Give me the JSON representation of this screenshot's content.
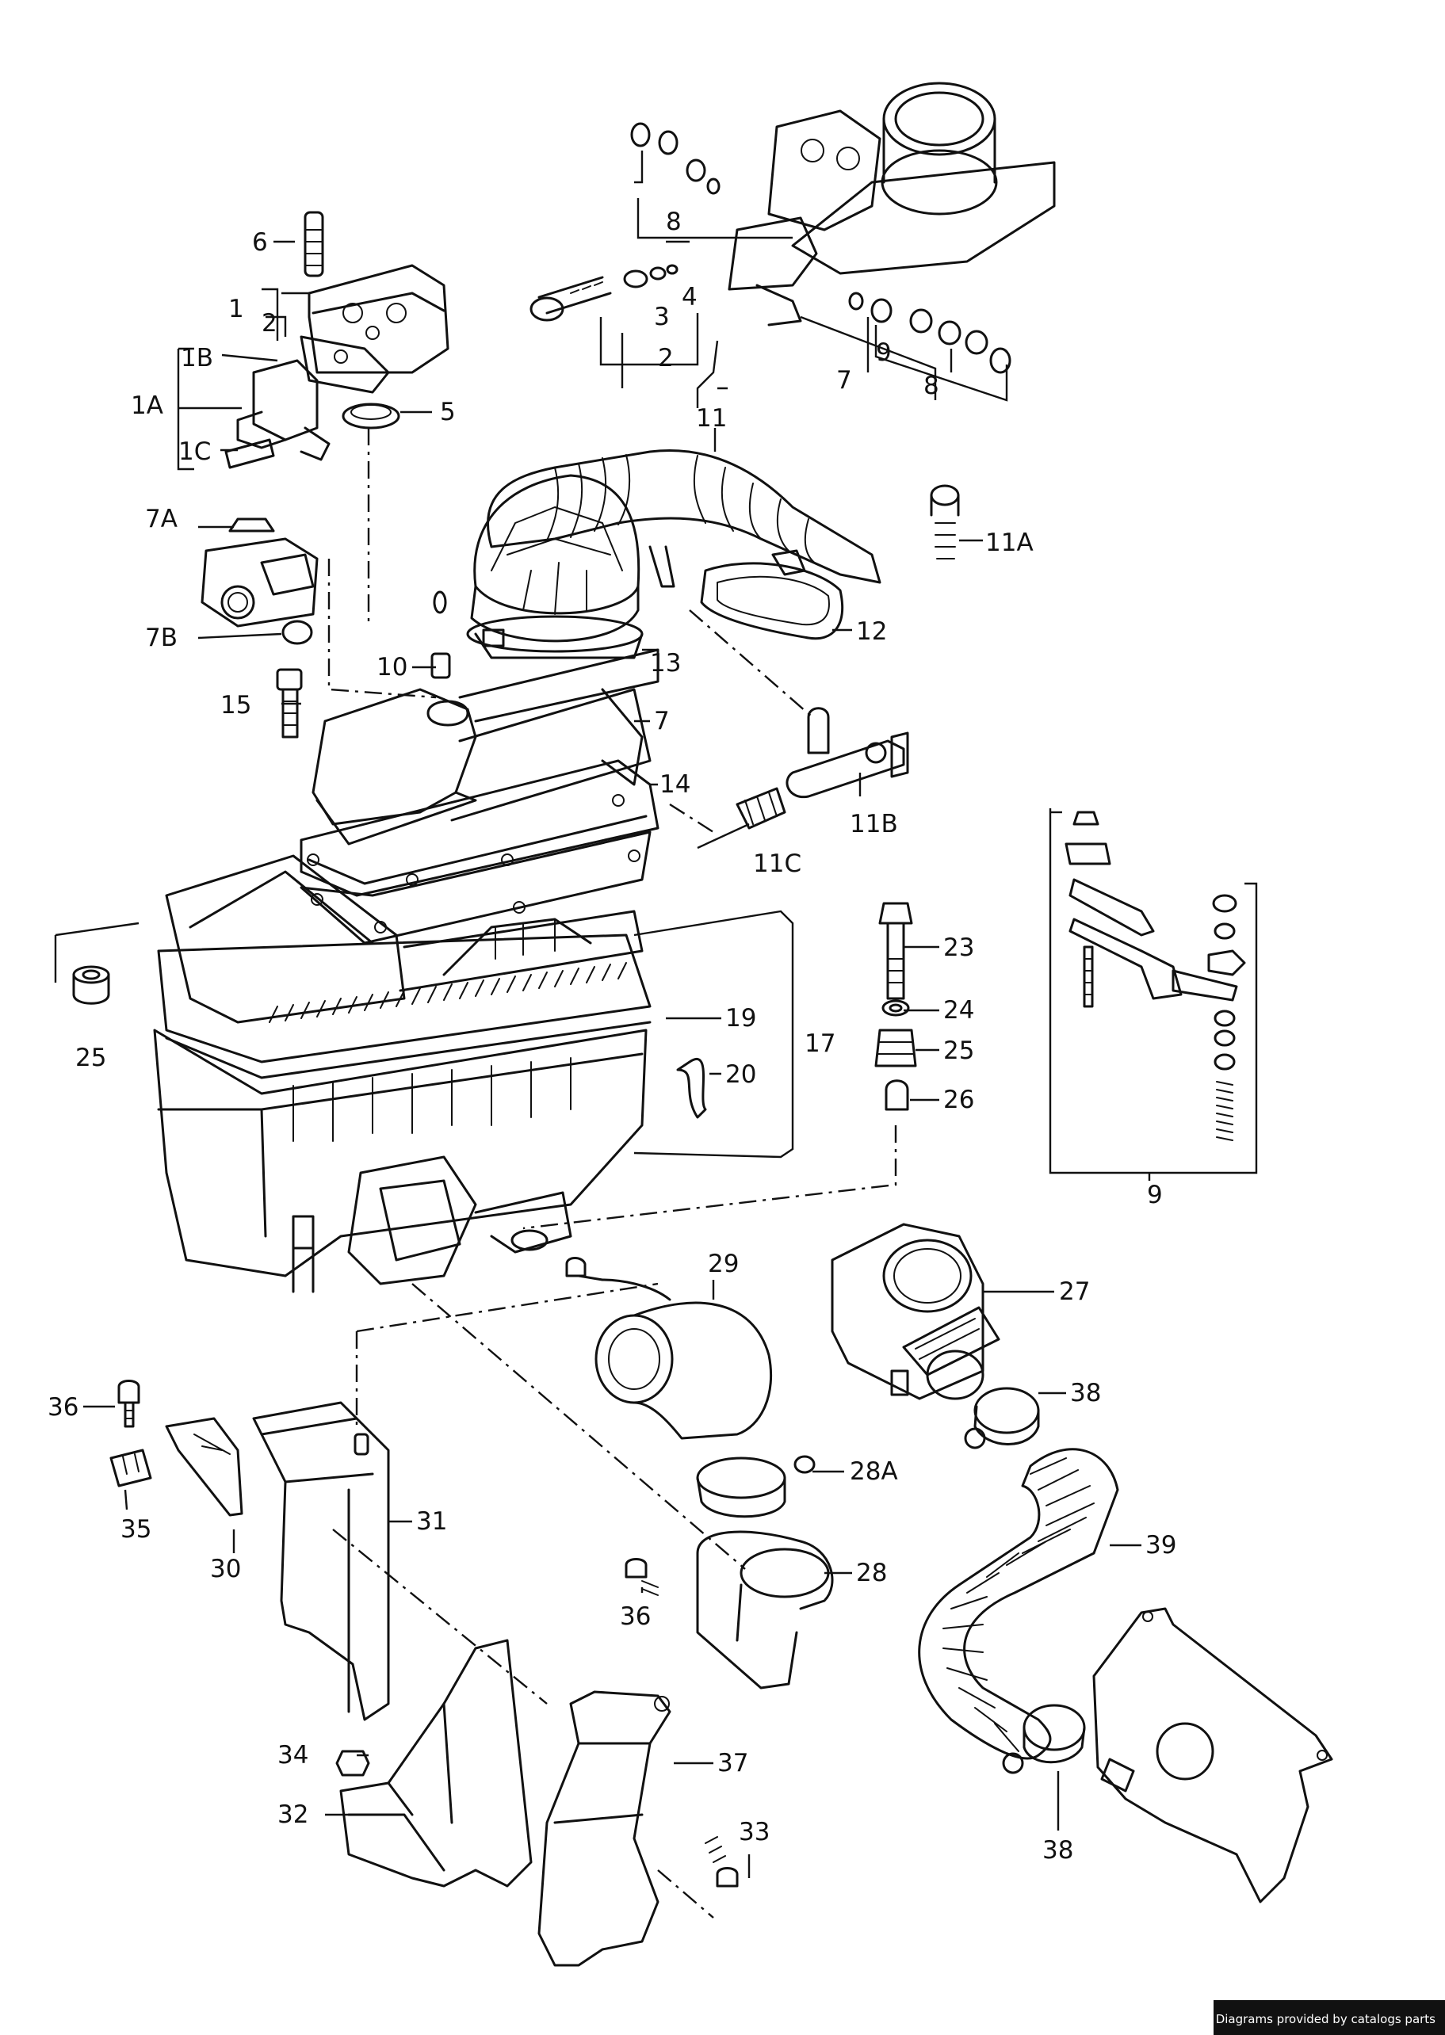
{
  "diagram": {
    "callouts": [
      {
        "id": "c6",
        "text": "6"
      },
      {
        "id": "c1",
        "text": "1"
      },
      {
        "id": "c2a",
        "text": "2"
      },
      {
        "id": "c1B",
        "text": "1B"
      },
      {
        "id": "c1A",
        "text": "1A"
      },
      {
        "id": "c1C",
        "text": "1C"
      },
      {
        "id": "c5",
        "text": "5"
      },
      {
        "id": "c8a",
        "text": "8"
      },
      {
        "id": "c3",
        "text": "3"
      },
      {
        "id": "c4",
        "text": "4"
      },
      {
        "id": "c2b",
        "text": "2"
      },
      {
        "id": "c9a",
        "text": "9"
      },
      {
        "id": "c7a",
        "text": "7"
      },
      {
        "id": "c8b",
        "text": "8"
      },
      {
        "id": "c11",
        "text": "11"
      },
      {
        "id": "c11A",
        "text": "11A"
      },
      {
        "id": "c7A",
        "text": "7A"
      },
      {
        "id": "c7B",
        "text": "7B"
      },
      {
        "id": "c12",
        "text": "12"
      },
      {
        "id": "c10",
        "text": "10"
      },
      {
        "id": "c13",
        "text": "13"
      },
      {
        "id": "c15",
        "text": "15"
      },
      {
        "id": "c7b",
        "text": "7"
      },
      {
        "id": "c14",
        "text": "14"
      },
      {
        "id": "c11B",
        "text": "11B"
      },
      {
        "id": "c11C",
        "text": "11C"
      },
      {
        "id": "c23",
        "text": "23"
      },
      {
        "id": "c24",
        "text": "24"
      },
      {
        "id": "c19",
        "text": "19"
      },
      {
        "id": "c25a",
        "text": "25"
      },
      {
        "id": "c17",
        "text": "17"
      },
      {
        "id": "c20",
        "text": "20"
      },
      {
        "id": "c26",
        "text": "26"
      },
      {
        "id": "c25b",
        "text": "25"
      },
      {
        "id": "c9b",
        "text": "9"
      },
      {
        "id": "c29",
        "text": "29"
      },
      {
        "id": "c27",
        "text": "27"
      },
      {
        "id": "c38a",
        "text": "38"
      },
      {
        "id": "c36a",
        "text": "36"
      },
      {
        "id": "c35",
        "text": "35"
      },
      {
        "id": "c30",
        "text": "30"
      },
      {
        "id": "c31",
        "text": "31"
      },
      {
        "id": "c28A",
        "text": "28A"
      },
      {
        "id": "c39",
        "text": "39"
      },
      {
        "id": "c28",
        "text": "28"
      },
      {
        "id": "c36b",
        "text": "36"
      },
      {
        "id": "c34",
        "text": "34"
      },
      {
        "id": "c37",
        "text": "37"
      },
      {
        "id": "c32",
        "text": "32"
      },
      {
        "id": "c33",
        "text": "33"
      },
      {
        "id": "c38b",
        "text": "38"
      }
    ]
  },
  "credit": "Diagrams provided by catalogs parts"
}
